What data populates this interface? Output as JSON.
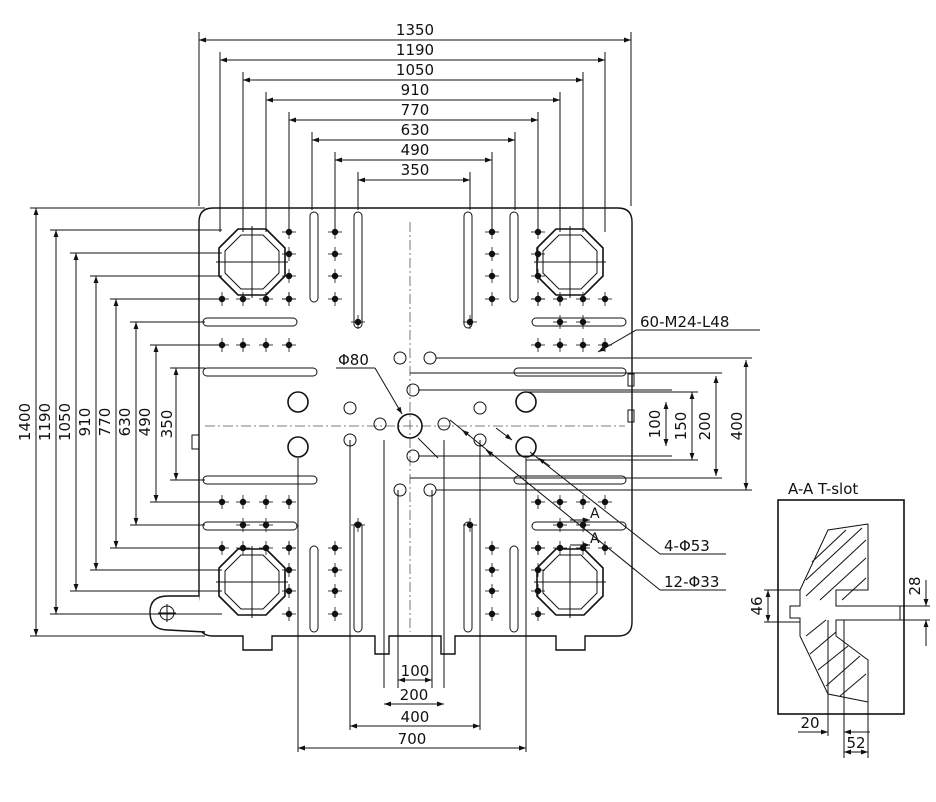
{
  "platen": {
    "top_dims": [
      "1350",
      "1190",
      "1050",
      "910",
      "770",
      "630",
      "490",
      "350"
    ],
    "left_dims": [
      "1400",
      "1190",
      "1050",
      "910",
      "770",
      "630",
      "490",
      "350"
    ],
    "right_dims": [
      "100",
      "150",
      "200",
      "400"
    ],
    "bottom_dims": [
      "100",
      "200",
      "400",
      "700"
    ],
    "callouts": {
      "tapped_holes": "60-M24-L48",
      "center_hole": "Φ80",
      "large_holes": "4-Φ53",
      "small_holes": "12-Φ33",
      "section_mark": "A"
    }
  },
  "tslot": {
    "title": "A-A T-slot",
    "dims": [
      "46",
      "28",
      "20",
      "52"
    ]
  }
}
